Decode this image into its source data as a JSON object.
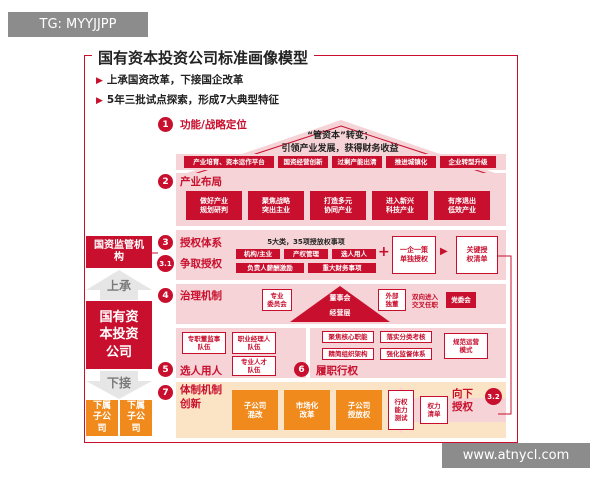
{
  "watermark_top": "TG: MYYJJPP",
  "watermark_bottom": "www.atnycl.com",
  "title": "国有资本投资公司标准画像模型",
  "bullets": [
    "上承国资改革，下接国企改革",
    "5年三批试点探索，形成7大典型特征"
  ],
  "left": {
    "top_box": "国资监管机构",
    "up_label": "上承",
    "center_box": "国有资本投资公司",
    "down_label": "下接",
    "sub_boxes": [
      "下属子公司",
      "下属子公司"
    ]
  },
  "sections": {
    "s1": {
      "num": "1",
      "label": "功能/战略定位",
      "roof_line1": "“管资本”转变；",
      "roof_line2": "引领产业发展，获得财务收益",
      "items": [
        "产业培育、资本运作平台",
        "国资经营创新",
        "过剩产能出清",
        "推进城镇化",
        "企业转型升级"
      ]
    },
    "s2": {
      "num": "2",
      "label": "产业布局",
      "items": [
        "做好产业\n规划研判",
        "聚焦战略\n突出主业",
        "打造多元\n协同产业",
        "进入新兴\n科技产业",
        "有序退出\n低效产业"
      ]
    },
    "s3": {
      "num": "3",
      "label": "授权体系",
      "num_b": "3.1",
      "label_b": "争取授权",
      "header": "5大类，35项授放权事项",
      "items": [
        "机构/主业",
        "产权管理",
        "选人用人",
        "负责人薪酬激励",
        "重大财务事项"
      ],
      "plus": "+",
      "policy": "一企一策\n单独授权",
      "list": "关键授\n权清单"
    },
    "s4": {
      "num": "4",
      "label": "治理机制",
      "committee": "专业\n委员会",
      "board": "董事会",
      "external": "外部\n独董",
      "mgmt": "经营层",
      "cross": "双向进入\n交叉任职",
      "party": "党委会"
    },
    "s5": {
      "num": "5",
      "label": "选人用人",
      "items": [
        "专职董监事\n队伍",
        "职业经理人\n队伍",
        "专业人才\n队伍"
      ]
    },
    "s6": {
      "num": "6",
      "label": "履职行权",
      "items": [
        "聚焦核心职能",
        "落实分类考核",
        "精简组织架构",
        "强化监督体系"
      ],
      "ops": "规范运营\n模式"
    },
    "s7": {
      "num": "7",
      "label": "体制机制\n创新",
      "items": [
        "子公司\n混改",
        "市场化\n改革",
        "子公司\n授放权"
      ],
      "ability": "行权\n能力\n测试",
      "power_list": "权力\n清单",
      "down_label": "向下\n授权",
      "num_b": "3.2"
    }
  },
  "colors": {
    "red": "#c8102e",
    "pink": "#f6d3d6",
    "orange": "#f08a1c",
    "gray": "#8c8c8c"
  }
}
